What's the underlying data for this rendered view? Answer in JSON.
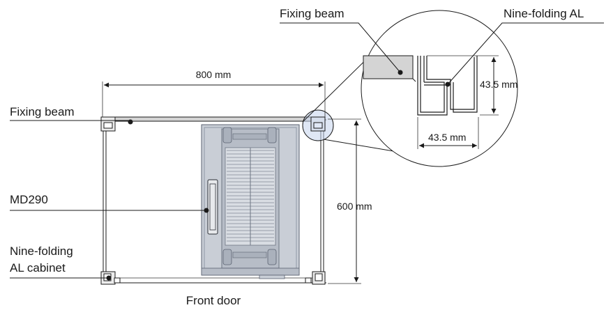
{
  "labels": {
    "fixing_beam_top": "Fixing beam",
    "nine_folding_al": "Nine-folding AL",
    "fixing_beam_left": "Fixing beam",
    "md290": "MD290",
    "cabinet_line1": "Nine-folding",
    "cabinet_line2": "AL cabinet",
    "front_door": "Front door"
  },
  "dimensions": {
    "width": "800 mm",
    "depth": "600 mm",
    "profile_height": "43.5 mm",
    "profile_width": "43.5 mm"
  },
  "colors": {
    "line": "#1a1a1a",
    "drive_body": "#c9ced6",
    "drive_frame": "#8f98a6",
    "beam": "#d4d4d4",
    "highlight": "#c4d3ec"
  }
}
